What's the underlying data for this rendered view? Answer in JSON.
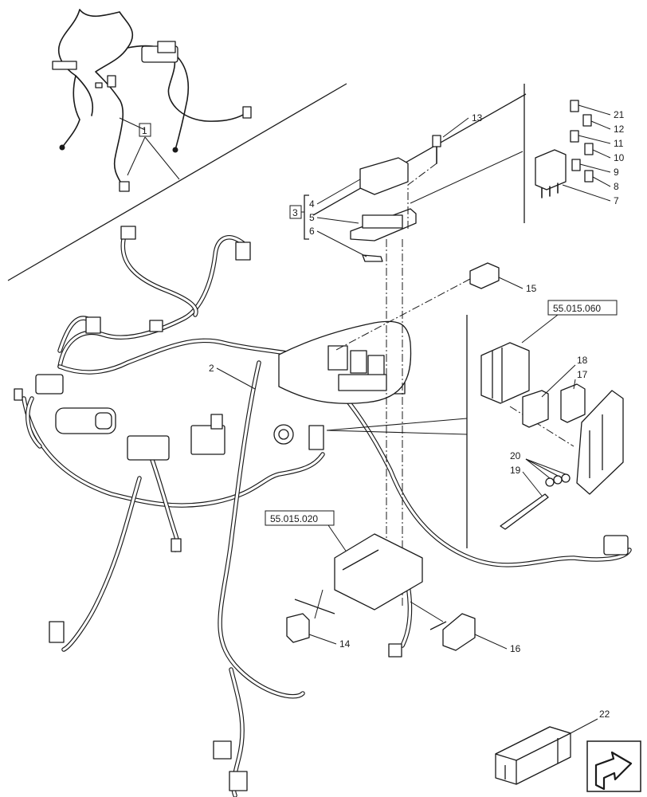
{
  "callouts": {
    "c1": "1",
    "c2": "2",
    "c3": "3",
    "c4": "4",
    "c5": "5",
    "c6": "6",
    "c7": "7",
    "c8": "8",
    "c9": "9",
    "c10": "10",
    "c11": "11",
    "c12": "12",
    "c13": "13",
    "c14": "14",
    "c15": "15",
    "c16": "16",
    "c17": "17",
    "c18": "18",
    "c19": "19",
    "c20": "20",
    "c21": "21",
    "c22": "22"
  },
  "references": {
    "ref_a": "55.015.060",
    "ref_b": "55.015.020"
  },
  "icons": {
    "nav": "back-arrow-icon"
  }
}
